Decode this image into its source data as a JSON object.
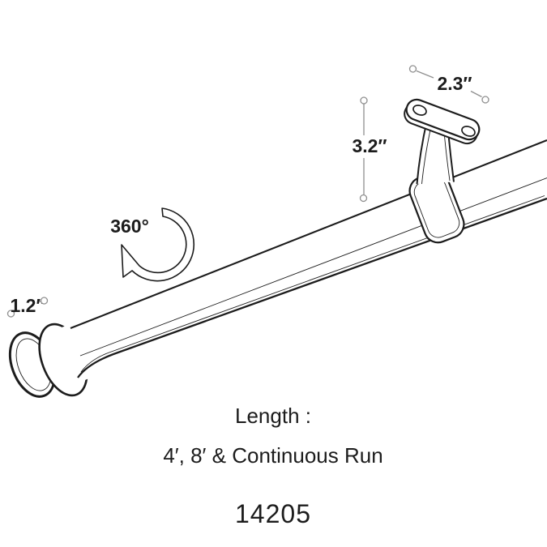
{
  "diagram": {
    "title": "handrail-bracket-spec-diagram",
    "dimensions": {
      "bracket_plate_width": "2.3″",
      "bracket_drop_height": "3.2″",
      "end_cap_size": "1.2″",
      "rotation": "360°"
    },
    "caption": {
      "length_label": "Length :",
      "length_options": "4′, 8′ & Continuous Run",
      "product_code": "14205"
    },
    "colors": {
      "background": "#ffffff",
      "line": "#1c1c1c",
      "leader": "#8f8f8f"
    }
  }
}
